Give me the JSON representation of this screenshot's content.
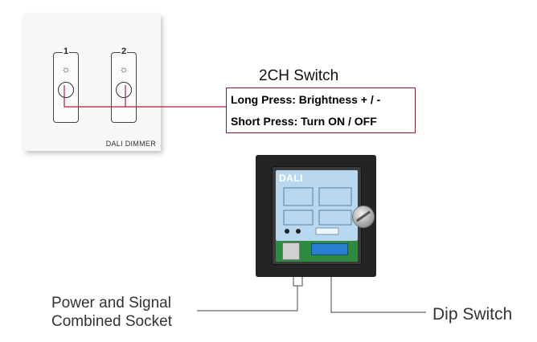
{
  "front_panel": {
    "key1_number": "1",
    "key2_number": "2",
    "key_symbol": "☼",
    "model_label": "DALI DIMMER"
  },
  "switch": {
    "title": "2CH Switch",
    "long_press": "Long Press: Brightness + / -",
    "short_press": "Short Press: Turn ON / OFF"
  },
  "device": {
    "brand": "DALI"
  },
  "callouts": {
    "power_line1": "Power and Signal",
    "power_line2": "Combined Socket",
    "dip_switch": "Dip Switch"
  },
  "colors": {
    "callout_line_red": "#b01e3a",
    "callout_line_gray": "#666666",
    "device_body": "#242424",
    "label_blue": "#b9d8ef",
    "pcb_green": "#2d8a3e"
  }
}
